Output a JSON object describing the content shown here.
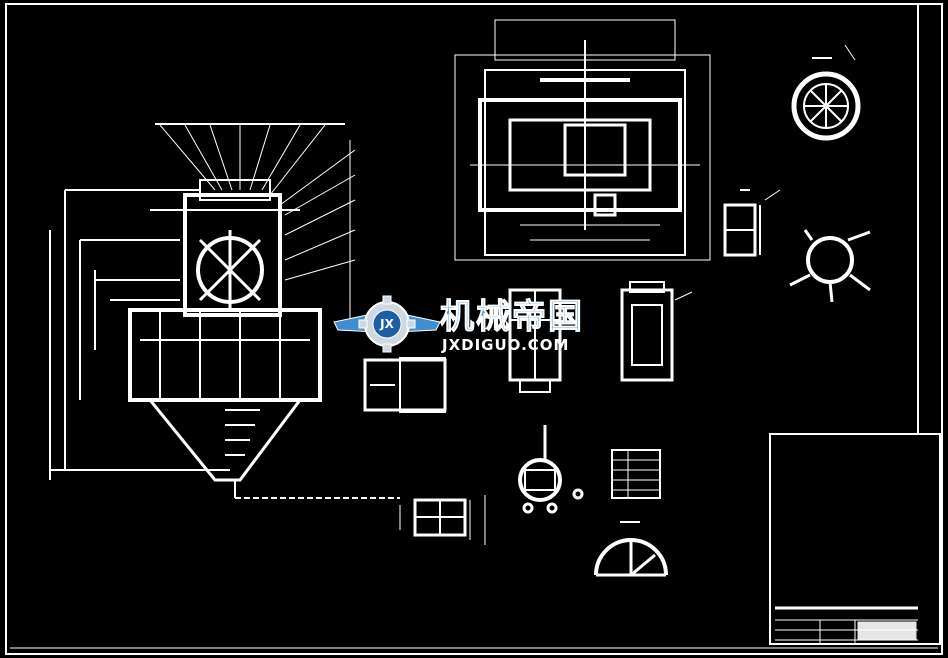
{
  "watermark": {
    "title_cn": "机械帝国",
    "site": "JXDIGUO.COM",
    "emblem_letters": "JX",
    "colors": {
      "blue": "#3f8fd0",
      "white": "#ffffff"
    }
  },
  "drawing": {
    "background": "#000000",
    "line_color": "#ffffff"
  }
}
